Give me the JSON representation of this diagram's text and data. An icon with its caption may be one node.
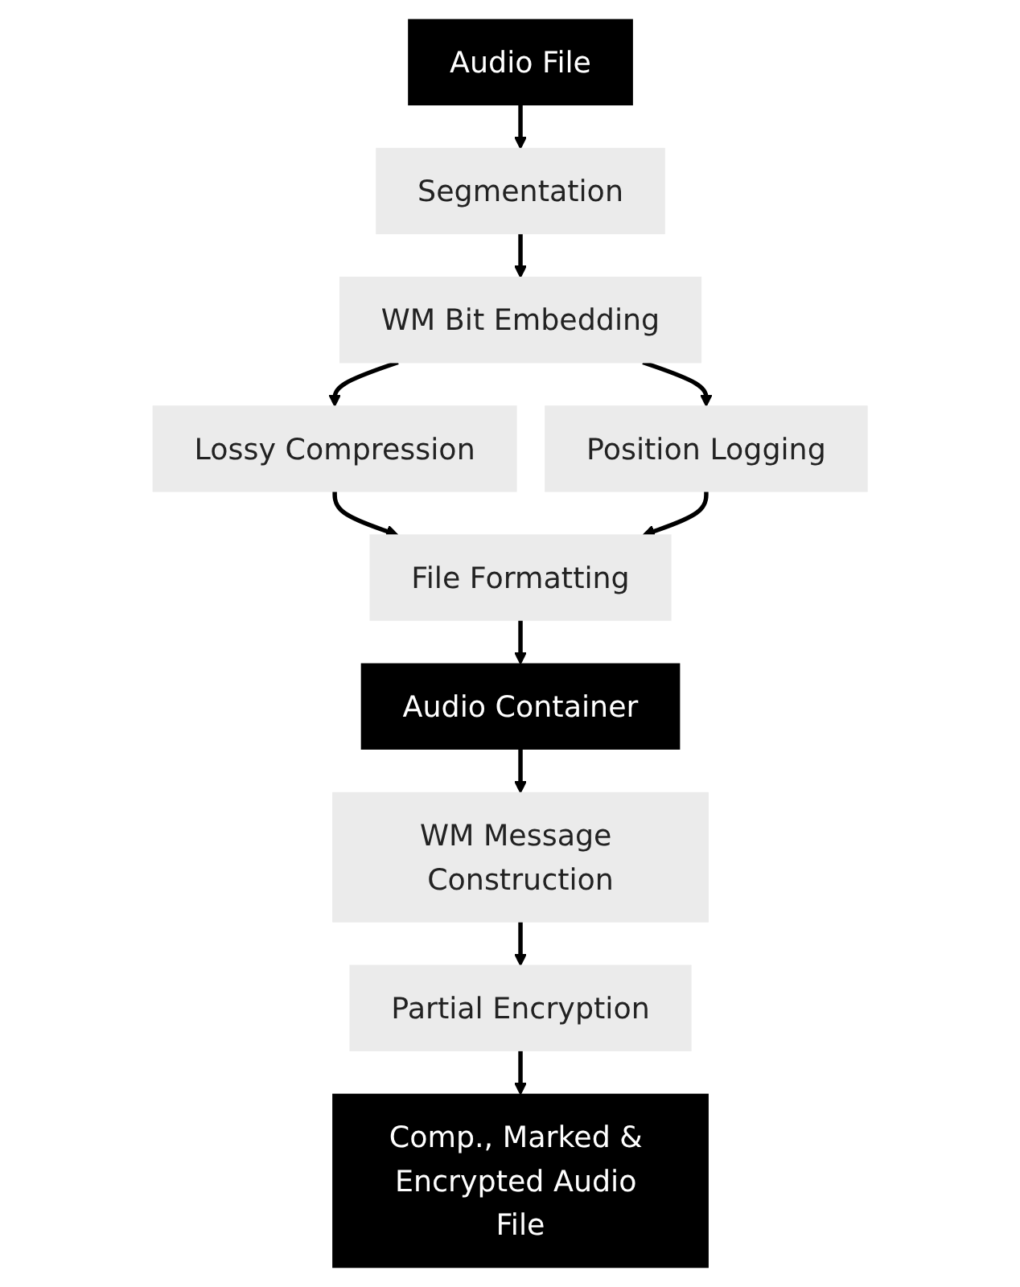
{
  "diagram": {
    "nodes": [
      {
        "text": [
          "Audio File"
        ]
      },
      {
        "text": [
          "Segmentation"
        ]
      },
      {
        "text": [
          "WM Bit Embedding"
        ]
      },
      {
        "text": [
          "Lossy Compression"
        ]
      },
      {
        "text": [
          "Position Logging"
        ]
      },
      {
        "text": [
          "File Formatting"
        ]
      },
      {
        "text": [
          "Audio Container"
        ]
      },
      {
        "text": [
          "WM Message Construction"
        ]
      },
      {
        "text": [
          "Partial Encryption"
        ]
      },
      {
        "text": [
          "Comp., Marked & Encrypted Audio File"
        ]
      }
    ],
    "edges": [
      {
        "from": 0,
        "to": 1,
        "arrow": "to"
      },
      {
        "from": 1,
        "to": 2,
        "arrow": "to"
      },
      {
        "from": 2,
        "to": 3,
        "arrow": "to"
      },
      {
        "from": 2,
        "to": 4,
        "arrow": "to"
      },
      {
        "from": 3,
        "to": 5,
        "arrow": "to"
      },
      {
        "from": 4,
        "to": 5,
        "arrow": "to"
      },
      {
        "from": 5,
        "to": 6,
        "arrow": "to"
      },
      {
        "from": 6,
        "to": 7,
        "arrow": "to"
      },
      {
        "from": 7,
        "to": 8,
        "arrow": "to"
      },
      {
        "from": 8,
        "to": 9,
        "arrow": "to"
      }
    ]
  }
}
